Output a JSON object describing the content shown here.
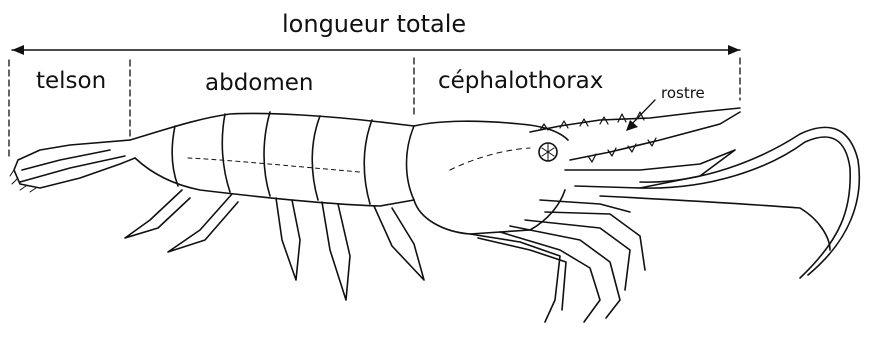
{
  "labels": {
    "total_length": "longueur totale",
    "telson": "telson",
    "abdomen": "abdomen",
    "cephalothorax": "céphalothorax",
    "rostrum": "rostre"
  },
  "colors": {
    "ink": "#111111",
    "background": "#ffffff"
  }
}
